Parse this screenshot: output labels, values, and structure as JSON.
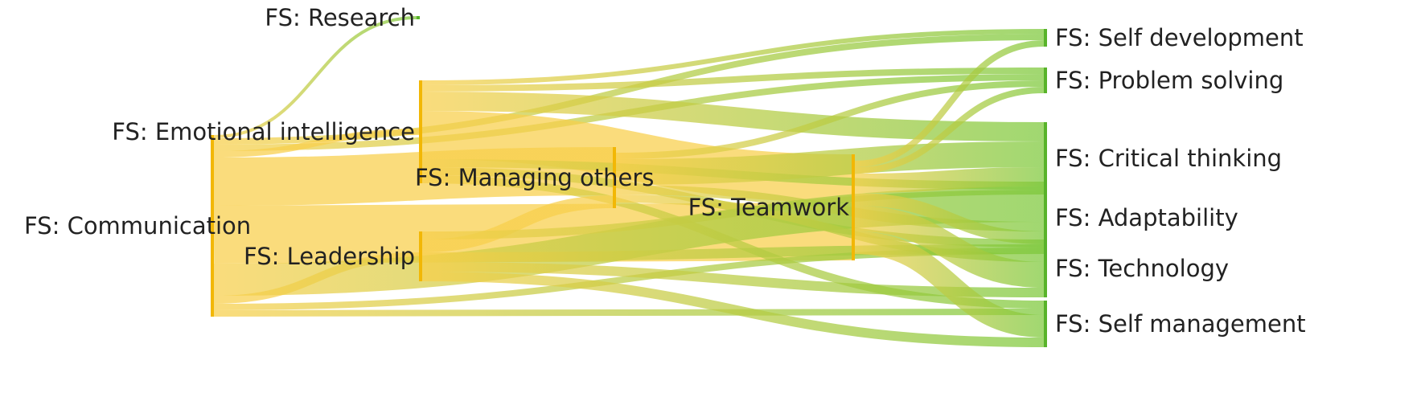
{
  "colors": {
    "source": "#F8CF4A",
    "target": "#7CC83A",
    "node_source": "#F2B705",
    "node_target": "#58B32A",
    "text": "#222222"
  },
  "nodes": [
    {
      "id": "communication",
      "label": "FS: Communication",
      "side": "source"
    },
    {
      "id": "research",
      "label": "FS: Research",
      "side": "target"
    },
    {
      "id": "emotional",
      "label": "FS: Emotional intelligence",
      "side": "source"
    },
    {
      "id": "managing",
      "label": "FS: Managing others",
      "side": "source"
    },
    {
      "id": "leadership",
      "label": "FS: Leadership",
      "side": "source"
    },
    {
      "id": "teamwork",
      "label": "FS: Teamwork",
      "side": "source"
    },
    {
      "id": "selfdev",
      "label": "FS: Self development",
      "side": "target"
    },
    {
      "id": "problem",
      "label": "FS: Problem solving",
      "side": "target"
    },
    {
      "id": "critical",
      "label": "FS: Critical thinking",
      "side": "target"
    },
    {
      "id": "adapt",
      "label": "FS: Adaptability",
      "side": "target"
    },
    {
      "id": "tech",
      "label": "FS: Technology",
      "side": "target"
    },
    {
      "id": "selfmgmt",
      "label": "FS: Self management",
      "side": "target"
    }
  ],
  "links": [
    {
      "source": "communication",
      "target": "research",
      "value": 2
    },
    {
      "source": "communication",
      "target": "selfdev",
      "value": 4
    },
    {
      "source": "communication",
      "target": "problem",
      "value": 4
    },
    {
      "source": "communication",
      "target": "emotional",
      "value": 4
    },
    {
      "source": "communication",
      "target": "managing",
      "value": 30
    },
    {
      "source": "communication",
      "target": "teamwork",
      "value": 36
    },
    {
      "source": "communication",
      "target": "leadership",
      "value": 5
    },
    {
      "source": "communication",
      "target": "adapt",
      "value": 20
    },
    {
      "source": "communication",
      "target": "tech",
      "value": 4
    },
    {
      "source": "communication",
      "target": "selfmgmt",
      "value": 4
    },
    {
      "source": "emotional",
      "target": "selfdev",
      "value": 3
    },
    {
      "source": "emotional",
      "target": "problem",
      "value": 4
    },
    {
      "source": "emotional",
      "target": "critical",
      "value": 12
    },
    {
      "source": "emotional",
      "target": "teamwork",
      "value": 30
    },
    {
      "source": "emotional",
      "target": "adapt",
      "value": 5
    },
    {
      "source": "emotional",
      "target": "tech",
      "value": 5
    },
    {
      "source": "emotional",
      "target": "selfmgmt",
      "value": 5
    },
    {
      "source": "managing",
      "target": "critical",
      "value": 16
    },
    {
      "source": "managing",
      "target": "problem",
      "value": 4
    },
    {
      "source": "managing",
      "target": "adapt",
      "value": 6
    },
    {
      "source": "managing",
      "target": "tech",
      "value": 5
    },
    {
      "source": "leadership",
      "target": "managing",
      "value": 8
    },
    {
      "source": "leadership",
      "target": "adapt",
      "value": 6
    },
    {
      "source": "leadership",
      "target": "tech",
      "value": 6
    },
    {
      "source": "leadership",
      "target": "selfmgmt",
      "value": 6
    },
    {
      "source": "leadership",
      "target": "critical",
      "value": 5
    },
    {
      "source": "teamwork",
      "target": "selfdev",
      "value": 4
    },
    {
      "source": "teamwork",
      "target": "problem",
      "value": 4
    },
    {
      "source": "teamwork",
      "target": "critical",
      "value": 12
    },
    {
      "source": "teamwork",
      "target": "adapt",
      "value": 8
    },
    {
      "source": "teamwork",
      "target": "tech",
      "value": 16
    },
    {
      "source": "teamwork",
      "target": "selfmgmt",
      "value": 14
    }
  ]
}
